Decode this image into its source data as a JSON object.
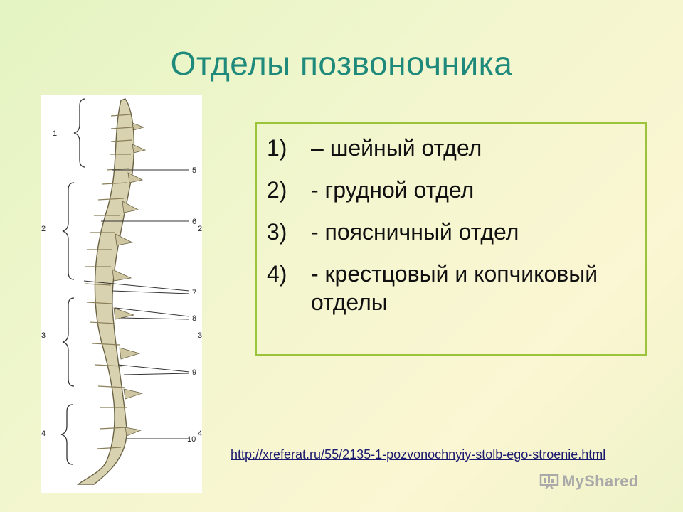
{
  "slide": {
    "title": "Отделы  позвоночника",
    "figure_labels": {
      "left": [
        "1",
        "2",
        "3",
        "4"
      ],
      "right": [
        "5",
        "6",
        "2",
        "7",
        "8",
        "3",
        "9",
        "10",
        "4"
      ]
    },
    "list": [
      {
        "num": "1)",
        "text": "– шейный отдел"
      },
      {
        "num": "2)",
        "text": "- грудной отдел"
      },
      {
        "num": "3)",
        "text": "- поясничный отдел"
      },
      {
        "num": "4)",
        "text": "- крестцовый и копчиковый отделы"
      }
    ],
    "link_text": "http://xreferat.ru/55/2135-1-pozvonochnyiy-stolb-ego-stroenie.html",
    "brand": "MyShared"
  },
  "colors": {
    "title": "#1f8a7c",
    "box_border": "#9bc43a",
    "link": "#1a1a6e",
    "brand": "#a9a9a9"
  }
}
